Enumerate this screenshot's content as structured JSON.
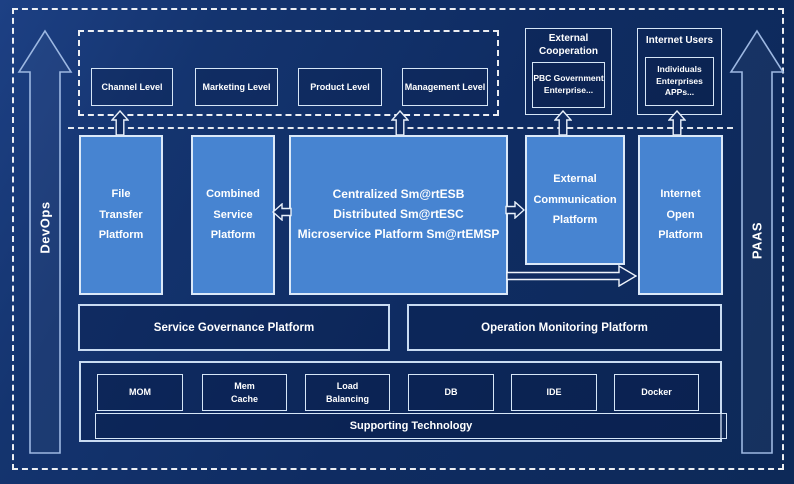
{
  "colors": {
    "background": "#0f2c62",
    "platform_fill": "#4784d1",
    "light_border": "#dbe9f9",
    "text": "#ffffff"
  },
  "rails": {
    "left_label": "DevOps",
    "right_label": "PAAS"
  },
  "levels": [
    {
      "label": "Channel Level"
    },
    {
      "label": "Marketing Level"
    },
    {
      "label": "Product Level"
    },
    {
      "label": "Management Level"
    }
  ],
  "external_cooperation": {
    "title": "External\nCooperation",
    "inner": "PBC Government\nEnterprise..."
  },
  "internet_users": {
    "title": "Internet Users",
    "inner": "Individuals\nEnterprises\nAPPs..."
  },
  "platforms": {
    "file_transfer": "File\nTransfer\nPlatform",
    "combined_service": "Combined\nService\nPlatform",
    "central": "Centralized Sm@rtESB\nDistributed Sm@rtESC\nMicroservice Platform Sm@rtEMSP",
    "external_communication": "External\nCommunication\nPlatform",
    "internet_open": "Internet\nOpen\nPlatform"
  },
  "governance": {
    "service": "Service Governance Platform",
    "operation": "Operation Monitoring Platform"
  },
  "technologies": [
    {
      "label": "MOM"
    },
    {
      "label": "Mem\nCache"
    },
    {
      "label": "Load\nBalancing"
    },
    {
      "label": "DB"
    },
    {
      "label": "IDE"
    },
    {
      "label": "Docker"
    }
  ],
  "supporting_technology": "Supporting Technology"
}
